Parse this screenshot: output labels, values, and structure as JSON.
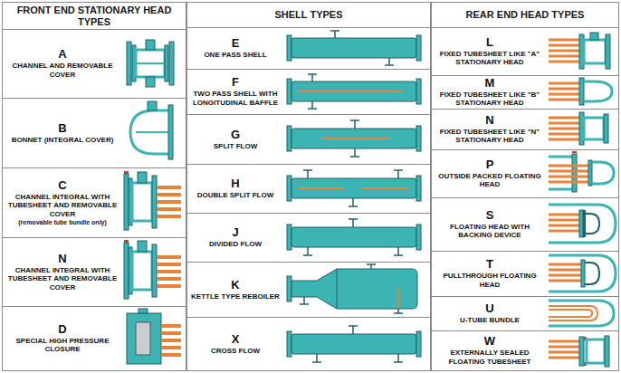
{
  "diagram": {
    "nodes": [
      {
        "text": [
          "FRONT END STATIONARY HEAD TYPES"
        ]
      },
      {
        "text": [
          "A",
          "CHANNEL AND REMOVABLE COVER"
        ],
        "in": 0
      },
      {
        "text": [
          "B",
          "BONNET (INTEGRAL COVER)"
        ],
        "in": 0
      },
      {
        "text": [
          "C",
          "CHANNEL INTEGRAL WITH TUBESHEET AND REMOVABLE COVER",
          "(removable tube bundle only)"
        ],
        "in": 0
      },
      {
        "text": [
          "N",
          "CHANNEL INTEGRAL WITH TUBESHEET AND REMOVABLE COVER"
        ],
        "in": 0
      },
      {
        "text": [
          "D",
          "SPECIAL HIGH PRESSURE CLOSURE"
        ],
        "in": 0
      },
      {
        "text": [
          "SHELL TYPES"
        ]
      },
      {
        "text": [
          "E",
          "ONE PASS SHELL"
        ],
        "in": 6
      },
      {
        "text": [
          "F",
          "TWO PASS SHELL WITH LONGITUDINAL BAFFLE"
        ],
        "in": 6
      },
      {
        "text": [
          "G",
          "SPLIT FLOW"
        ],
        "in": 6
      },
      {
        "text": [
          "H",
          "DOUBLE SPLIT FLOW"
        ],
        "in": 6
      },
      {
        "text": [
          "J",
          "DIVIDED FLOW"
        ],
        "in": 6
      },
      {
        "text": [
          "K",
          "KETTLE TYPE REBOILER"
        ],
        "in": 6
      },
      {
        "text": [
          "X",
          "CROSS FLOW"
        ],
        "in": 6
      },
      {
        "text": [
          "REAR END HEAD TYPES"
        ]
      },
      {
        "text": [
          "L",
          "FIXED TUBESHEET LIKE \"A\" STATIONARY HEAD"
        ],
        "in": 14
      },
      {
        "text": [
          "M",
          "FIXED TUBESHEET LIKE \"B\" STATIONARY HEAD"
        ],
        "in": 14
      },
      {
        "text": [
          "N",
          "FIXED TUBESHEET LIKE \"N\" STATIONARY HEAD"
        ],
        "in": 14
      },
      {
        "text": [
          "P",
          "OUTSIDE PACKED FLOATING HEAD"
        ],
        "in": 14
      },
      {
        "text": [
          "S",
          "FLOATING HEAD WITH BACKING DEVICE"
        ],
        "in": 14
      },
      {
        "text": [
          "T",
          "PULLTHROUGH FLOATING HEAD"
        ],
        "in": 14
      },
      {
        "text": [
          "U",
          "U-TUBE BUNDLE"
        ],
        "in": 14
      },
      {
        "text": [
          "W",
          "EXTERNALLY SEALED FLOATING TUBESHEET"
        ],
        "in": 14
      }
    ]
  }
}
